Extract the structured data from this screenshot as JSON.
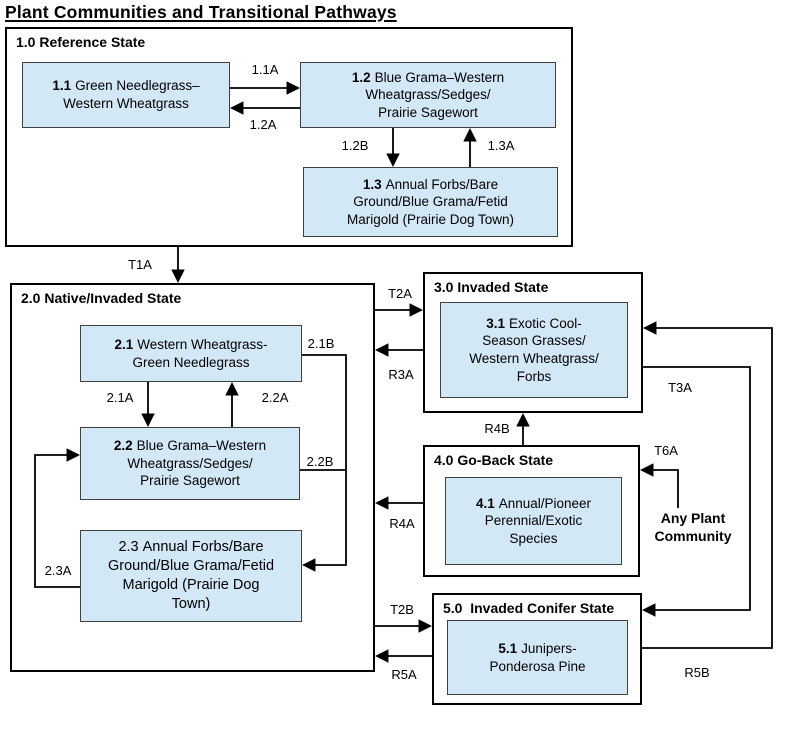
{
  "title": "Plant Communities and Transitional Pathways",
  "colors": {
    "community_fill": "#d2e8f7",
    "community_border": "#404040",
    "state_border": "#000000",
    "line": "#000000"
  },
  "states": {
    "s1": {
      "title": "1.0 Reference State"
    },
    "s2": {
      "title": "2.0 Native/Invaded State"
    },
    "s3": {
      "title": "3.0 Invaded State"
    },
    "s4": {
      "title": "4.0 Go-Back State"
    },
    "s5": {
      "title": "5.0  Invaded Conifer State"
    }
  },
  "communities": {
    "c11": {
      "num": "1.1",
      "name": "Green Needlegrass–\nWestern Wheatgrass"
    },
    "c12": {
      "num": "1.2",
      "name": "Blue Grama–Western\nWheatgrass/Sedges/\nPrairie Sagewort"
    },
    "c13": {
      "num": "1.3",
      "name": "Annual Forbs/Bare\nGround/Blue Grama/Fetid\nMarigold (Prairie Dog Town)"
    },
    "c21": {
      "num": "2.1",
      "name": "Western Wheatgrass-\nGreen Needlegrass"
    },
    "c22": {
      "num": "2.2",
      "name": "Blue Grama–Western\nWheatgrass/Sedges/\nPrairie Sagewort"
    },
    "c23": {
      "num": "2.3",
      "name": "Annual Forbs/Bare\nGround/Blue Grama/Fetid\nMarigold (Prairie Dog\nTown)"
    },
    "c31": {
      "num": "3.1",
      "name": "Exotic Cool-\nSeason Grasses/\nWestern Wheatgrass/\nForbs"
    },
    "c41": {
      "num": "4.1",
      "name": "Annual/Pioneer\nPerennial/Exotic\nSpecies"
    },
    "c51": {
      "num": "5.1",
      "name": "Junipers-\nPonderosa Pine"
    }
  },
  "pathways": {
    "p11A": "1.1A",
    "p12A": "1.2A",
    "p12B": "1.2B",
    "p13A": "1.3A",
    "p21A": "2.1A",
    "p22A": "2.2A",
    "p21B": "2.1B",
    "p22B": "2.2B",
    "p23A": "2.3A"
  },
  "transitions": {
    "T1A": "T1A",
    "T2A": "T2A",
    "R3A": "R3A",
    "R4A": "R4A",
    "R4B": "R4B",
    "T6A": "T6A",
    "T2B": "T2B",
    "R5A": "R5A",
    "T3A": "T3A",
    "R5B": "R5B"
  },
  "notes": {
    "any_plant_community": "Any Plant\nCommunity"
  }
}
